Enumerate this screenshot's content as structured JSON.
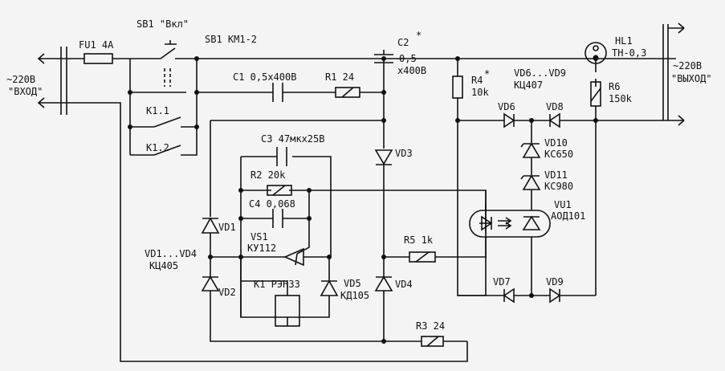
{
  "schematic": {
    "labels": {
      "sb1_title": "SB1 \"Вкл\"",
      "sb1_km": "SB1 КМ1-2",
      "fu1": "FU1 4А",
      "input_voltage": "~220В",
      "input_name": "\"ВХОД\"",
      "output_voltage": "~220В",
      "output_name": "\"ВЫХОД\"",
      "c1": "С1 0,5х400В",
      "r1": "R1 24",
      "c2_name": "С2",
      "c2_star": "*",
      "c2_val": "0,5",
      "c2_volt": "х400В",
      "k11": "К1.1",
      "k12": "К1.2",
      "c3": "С3 47мкх25В",
      "r2": "R2 20k",
      "c4": "С4 0,068",
      "vs1_name": "VS1",
      "vs1_type": "КУ112",
      "vd1": "VD1",
      "vd2": "VD2",
      "vd3": "VD3",
      "vd4": "VD4",
      "vd1_vd4": "VD1...VD4",
      "vd1_vd4_type": "КЦ405",
      "vd5_name": "VD5",
      "vd5_type": "КД105",
      "k1": "К1 РЭН33",
      "r3": "R3 24",
      "r5": "R5 1k",
      "r4_name": "R4",
      "r4_star": "*",
      "r4_val": "10k",
      "vd6_vd9": "VD6...VD9",
      "vd6_vd9_type": "КЦ407",
      "vd6": "VD6",
      "vd7": "VD7",
      "vd8": "VD8",
      "vd9": "VD9",
      "vd10_name": "VD10",
      "vd10_type": "КС650",
      "vd11_name": "VD11",
      "vd11_type": "КС980",
      "vu1_name": "VU1",
      "vu1_type": "АОД101",
      "hl1_name": "HL1",
      "hl1_type": "ТН-0,3",
      "r6_name": "R6",
      "r6_val": "150k"
    }
  }
}
